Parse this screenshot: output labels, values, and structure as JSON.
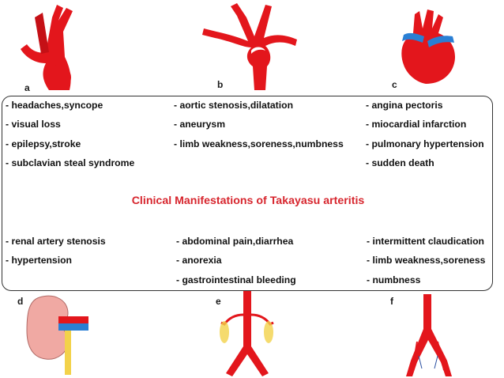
{
  "panels": {
    "a": {
      "letter": "a"
    },
    "b": {
      "letter": "b"
    },
    "c": {
      "letter": "c"
    },
    "d": {
      "letter": "d"
    },
    "e": {
      "letter": "e"
    },
    "f": {
      "letter": "f"
    }
  },
  "title": "Clinical Manifestations of Takayasu arteritis",
  "top": {
    "col1": [
      "- headaches,syncope",
      "- visual loss",
      "- epilepsy,stroke",
      "- subclavian steal syndrome"
    ],
    "col2": [
      "- aortic stenosis,dilatation",
      "- aneurysm",
      "- limb weakness,soreness,numbness"
    ],
    "col3": [
      "- angina pectoris",
      "- miocardial infarction",
      "- pulmonary hypertension",
      "- sudden death"
    ]
  },
  "bottom": {
    "col1": [
      "- renal artery stenosis",
      "- hypertension"
    ],
    "col2": [
      "- abdominal pain,diarrhea",
      "- anorexia",
      "- gastrointestinal bleeding"
    ],
    "col3": [
      "- intermittent claudication",
      "- limb weakness,soreness",
      "- numbness"
    ]
  },
  "colors": {
    "artery": "#e3161c",
    "title": "#d7262e",
    "vein": "#2a7fd4",
    "kidney": "#f0a9a3",
    "ureter": "#f3d24a"
  }
}
